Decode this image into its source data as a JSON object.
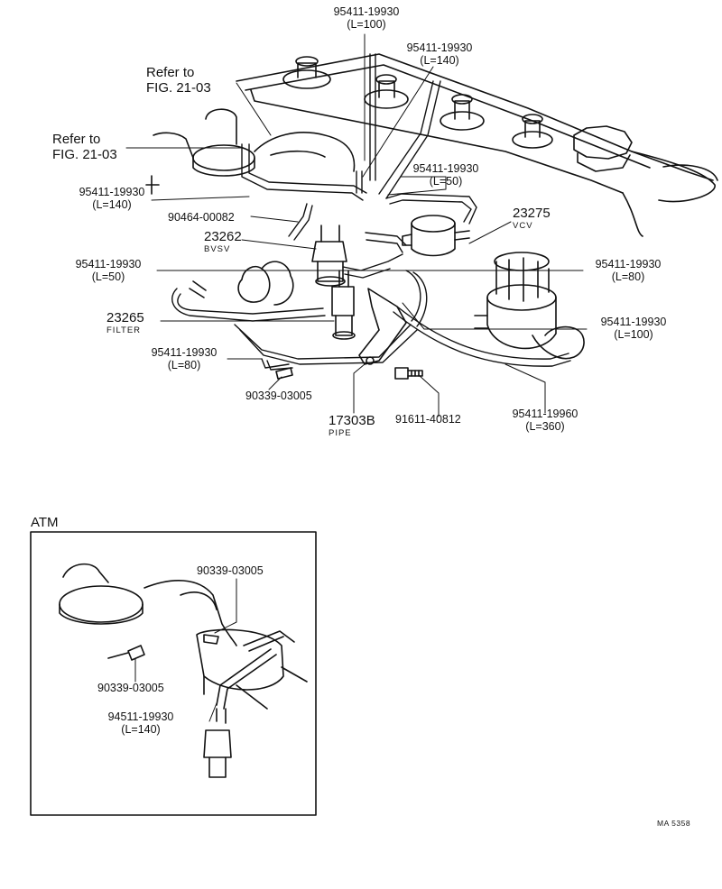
{
  "refs": {
    "fig_ref_1": {
      "line1": "Refer to",
      "line2": "FIG. 21-03"
    },
    "fig_ref_2": {
      "line1": "Refer to",
      "line2": "FIG. 21-03"
    }
  },
  "parts": {
    "hose_top_100": {
      "number": "95411-19930",
      "length": "(L=100)"
    },
    "hose_top_140": {
      "number": "95411-19930",
      "length": "(L=140)"
    },
    "hose_right_50": {
      "number": "95411-19930",
      "length": "(L=50)"
    },
    "vcv": {
      "number": "23275",
      "name": "VCV"
    },
    "hose_left_140": {
      "number": "95411-19930",
      "length": "(L=140)"
    },
    "clip_90464": {
      "number": "90464-00082"
    },
    "bvsv": {
      "number": "23262",
      "name": "BVSV"
    },
    "hose_left_50": {
      "number": "95411-19930",
      "length": "(L=50)"
    },
    "hose_right_80": {
      "number": "95411-19930",
      "length": "(L=80)"
    },
    "filter": {
      "number": "23265",
      "name": "FILTER"
    },
    "hose_right_100": {
      "number": "95411-19930",
      "length": "(L=100)"
    },
    "hose_bottom_80": {
      "number": "95411-19930",
      "length": "(L=80)"
    },
    "plug_bottom": {
      "number": "90339-03005"
    },
    "pipe": {
      "number": "17303B",
      "name": "PIPE"
    },
    "bolt": {
      "number": "91611-40812"
    },
    "hose_360": {
      "number": "95411-19960",
      "length": "(L=360)"
    }
  },
  "atm": {
    "title": "ATM",
    "plug_upper": {
      "number": "90339-03005"
    },
    "plug_lower": {
      "number": "90339-03005"
    },
    "hose_140": {
      "number": "94511-19930",
      "length": "(L=140)"
    }
  },
  "drawing_code": "MA 5358",
  "colors": {
    "ink": "#111111",
    "paper": "#ffffff"
  }
}
